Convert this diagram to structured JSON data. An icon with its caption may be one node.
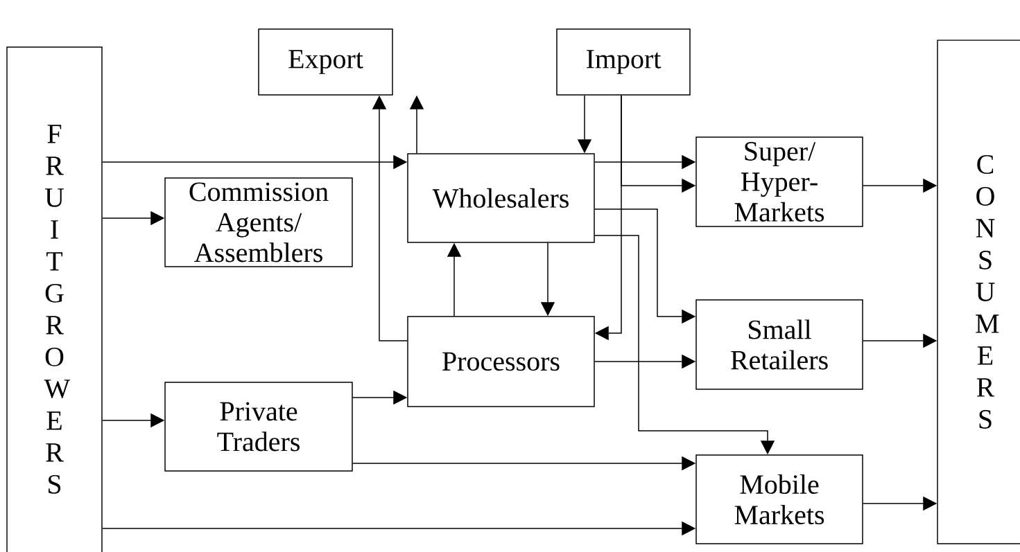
{
  "diagram": {
    "nodes": [
      {
        "text": [
          "F R U I T G R O W E R S"
        ]
      },
      {
        "text": [
          "Export"
        ]
      },
      {
        "text": [
          "Import"
        ]
      },
      {
        "text": [
          "Wholesalers"
        ]
      },
      {
        "text": [
          "Commission Agents/ Assemblers"
        ]
      },
      {
        "text": [
          "Super/ Hyper- Markets"
        ]
      },
      {
        "text": [
          "Processors"
        ]
      },
      {
        "text": [
          "Small Retailers"
        ]
      },
      {
        "text": [
          "Private Traders"
        ]
      },
      {
        "text": [
          "Mobile Markets"
        ]
      },
      {
        "text": [
          "C O N S U M E R S"
        ]
      }
    ],
    "edges": [
      {
        "from": 0,
        "to": 3,
        "arrow": "to"
      },
      {
        "from": 0,
        "to": 4,
        "arrow": "to"
      },
      {
        "from": 0,
        "to": 8,
        "arrow": "to"
      },
      {
        "from": 0,
        "to": 9,
        "arrow": "to"
      },
      {
        "from": 3,
        "to": 1,
        "arrow": "to"
      },
      {
        "from": 6,
        "to": 1,
        "arrow": "to"
      },
      {
        "from": 2,
        "to": 3,
        "arrow": "to"
      },
      {
        "from": 2,
        "to": 6,
        "arrow": "to"
      },
      {
        "from": 2,
        "to": 5,
        "arrow": "to"
      },
      {
        "from": 3,
        "to": 5,
        "arrow": "to"
      },
      {
        "from": 3,
        "to": 7,
        "arrow": "to"
      },
      {
        "from": 3,
        "to": 9,
        "arrow": "to"
      },
      {
        "from": 6,
        "to": 3,
        "arrow": "to"
      },
      {
        "from": 3,
        "to": 6,
        "arrow": "to"
      },
      {
        "from": 6,
        "to": 7,
        "arrow": "to"
      },
      {
        "from": 8,
        "to": 6,
        "arrow": "to"
      },
      {
        "from": 8,
        "to": 9,
        "arrow": "to"
      },
      {
        "from": 5,
        "to": 10,
        "arrow": "to"
      },
      {
        "from": 7,
        "to": 10,
        "arrow": "to"
      },
      {
        "from": 9,
        "to": 10,
        "arrow": "to"
      }
    ]
  }
}
